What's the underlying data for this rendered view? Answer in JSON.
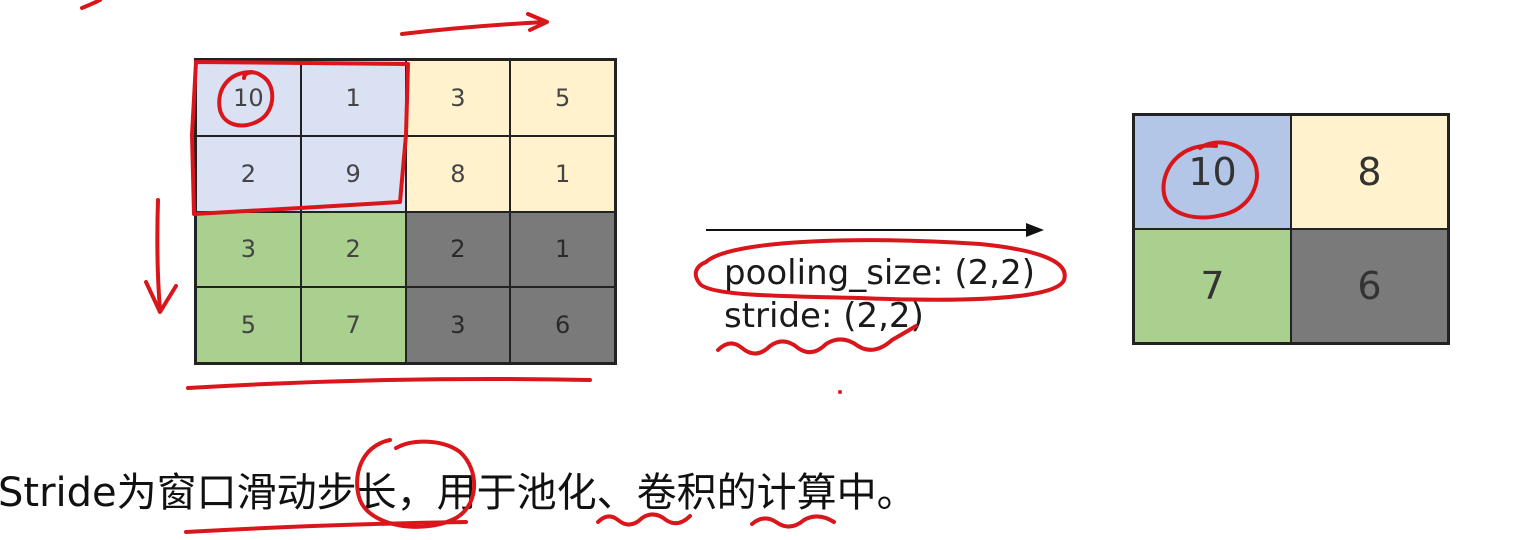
{
  "input_grid": {
    "rows": [
      [
        "10",
        "1",
        "3",
        "5"
      ],
      [
        "2",
        "9",
        "8",
        "1"
      ],
      [
        "3",
        "2",
        "2",
        "1"
      ],
      [
        "5",
        "7",
        "3",
        "6"
      ]
    ],
    "quadrant_colors": {
      "top_left": "#dae1f3",
      "top_right": "#fff2cc",
      "bottom_left": "#a9d08e",
      "bottom_right": "#7a7a7a"
    }
  },
  "params": {
    "pooling_size": "pooling_size: (2,2)",
    "stride": "stride: (2,2)"
  },
  "output_grid": {
    "rows": [
      [
        "10",
        "8"
      ],
      [
        "7",
        "6"
      ]
    ],
    "colors": [
      "#b4c6e7",
      "#fff2cc",
      "#a9d08e",
      "#7a7a7a"
    ]
  },
  "caption": "Stride为窗口滑动步长，用于池化、卷积的计算中。",
  "colors": {
    "annotation_ink": "#d9161b",
    "arrow": "#111111"
  }
}
